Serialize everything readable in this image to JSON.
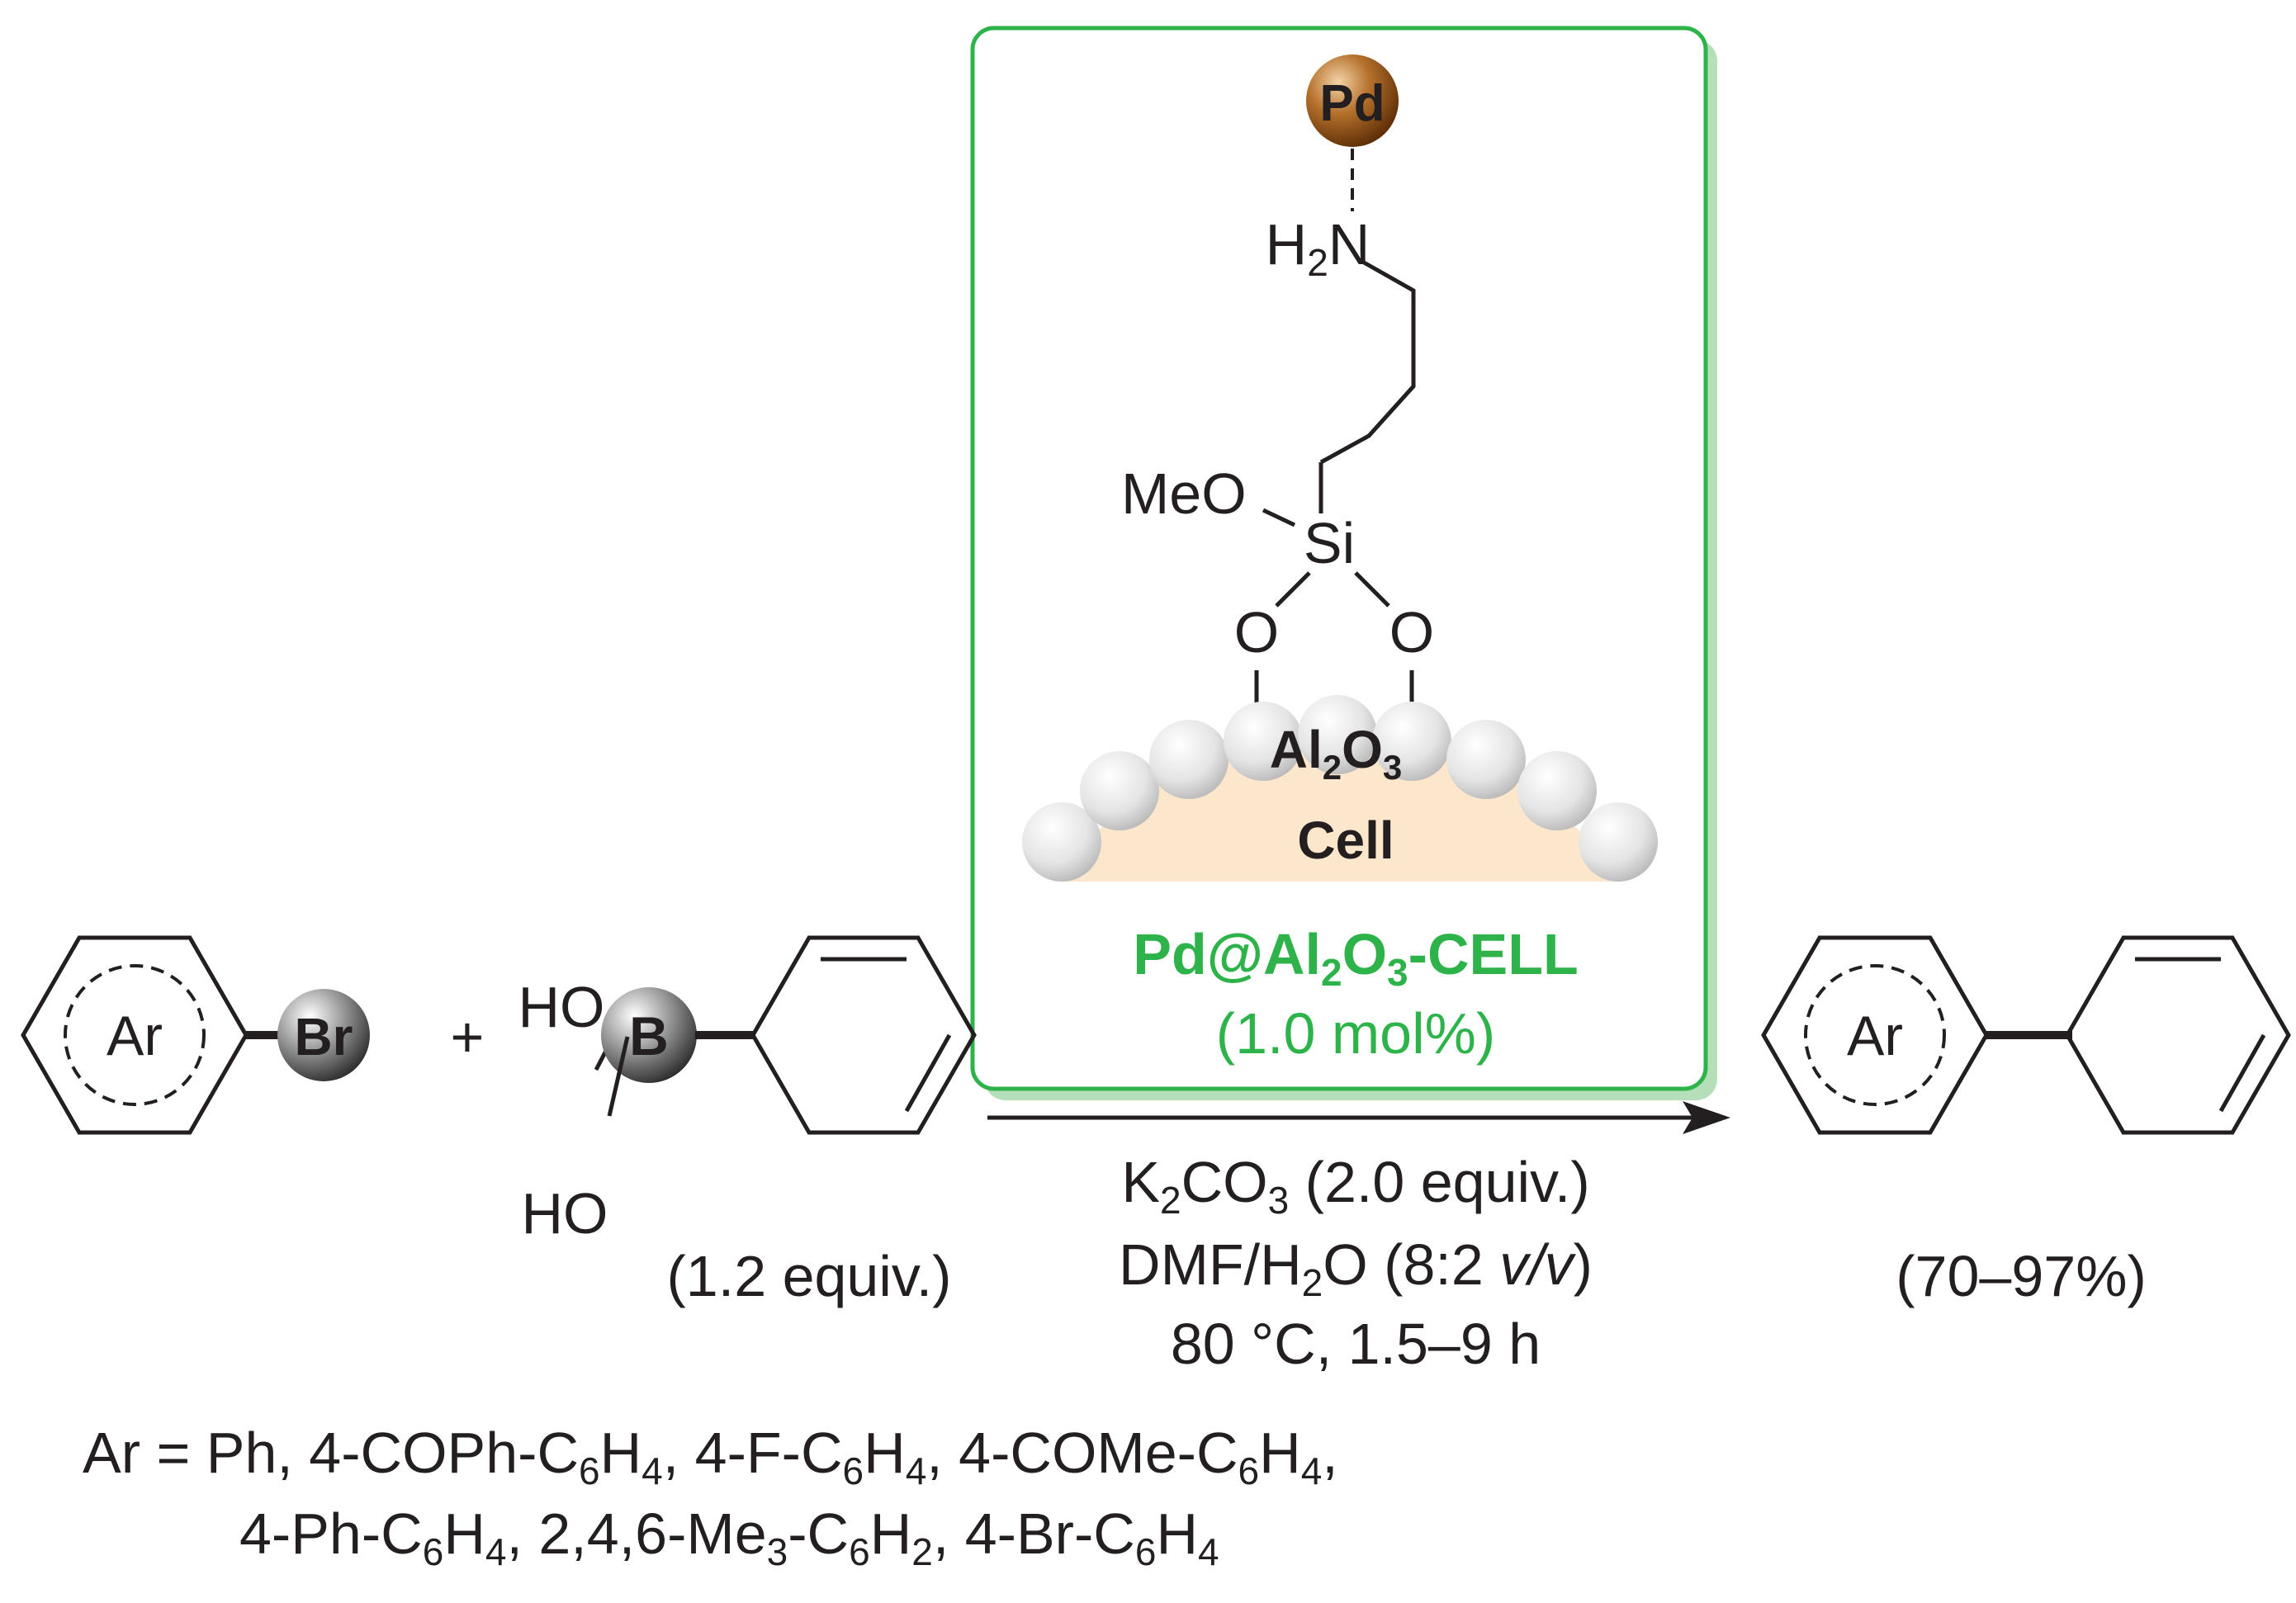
{
  "catalyst": {
    "metal": "Pd",
    "amine_label": "H",
    "amine_sub": "2",
    "amine_n": "N",
    "meo": "MeO",
    "si": "Si",
    "o_left": "O",
    "o_right": "O",
    "support_main": "Al",
    "support_sub1": "2",
    "support_o": "O",
    "support_sub2": "3",
    "cell": "Cell",
    "name_pre": "Pd@Al",
    "name_sub1": "2",
    "name_o": "O",
    "name_sub2": "3",
    "name_post": "-CELL",
    "loading": "(1.0 mol%)"
  },
  "reactant1": {
    "ring_label": "Ar",
    "leaving_group": "Br"
  },
  "plus": "+",
  "reactant2": {
    "ho_top": "HO",
    "ho_bottom": "HO",
    "boron": "B",
    "equiv": "(1.2 equiv.)"
  },
  "conditions": {
    "base_pre": "K",
    "base_sub1": "2",
    "base_mid": "CO",
    "base_sub2": "3",
    "base_post": " (2.0 equiv.)",
    "solvent_pre": "DMF/H",
    "solvent_sub": "2",
    "solvent_mid": "O (8:2 ",
    "solvent_ital": "v/v",
    "solvent_post": ")",
    "temp_time": "80 °C, 1.5–9 h"
  },
  "product": {
    "ring_label": "Ar",
    "yield": "(70–97%)"
  },
  "scope": {
    "line1": [
      {
        "t": "Ar = Ph, 4-COPh-C"
      },
      {
        "t": "6",
        "sub": true
      },
      {
        "t": "H"
      },
      {
        "t": "4",
        "sub": true
      },
      {
        "t": ", 4-F-C"
      },
      {
        "t": "6",
        "sub": true
      },
      {
        "t": "H"
      },
      {
        "t": "4",
        "sub": true
      },
      {
        "t": ", 4-COMe-C"
      },
      {
        "t": "6",
        "sub": true
      },
      {
        "t": "H"
      },
      {
        "t": "4",
        "sub": true
      },
      {
        "t": ","
      }
    ],
    "line2": [
      {
        "t": "4-Ph-C"
      },
      {
        "t": "6",
        "sub": true
      },
      {
        "t": "H"
      },
      {
        "t": "4",
        "sub": true
      },
      {
        "t": ", 2,4,6-Me"
      },
      {
        "t": "3",
        "sub": true
      },
      {
        "t": "-C"
      },
      {
        "t": "6",
        "sub": true
      },
      {
        "t": "H"
      },
      {
        "t": "2",
        "sub": true
      },
      {
        "t": ", 4-Br-C"
      },
      {
        "t": "6",
        "sub": true
      },
      {
        "t": "H"
      },
      {
        "t": "4",
        "sub": true
      }
    ]
  },
  "colors": {
    "green": "#2db34a",
    "green_shadow": "#b5dfb9",
    "pd_brown": "#8a4a12",
    "cell_fill": "#fde7cc",
    "text": "#231f20"
  }
}
